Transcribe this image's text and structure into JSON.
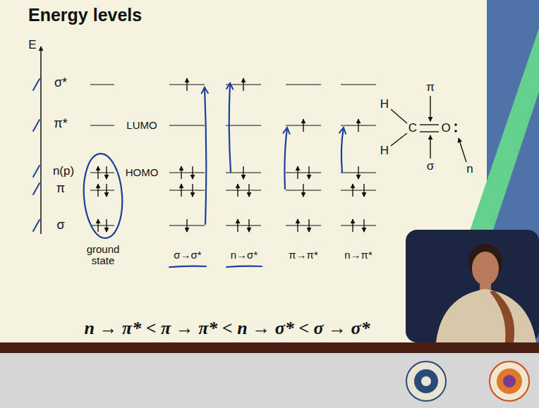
{
  "diagram": {
    "title": "Energy levels",
    "labels": [
      "E",
      "σ*",
      "π*",
      "n(p)",
      "π",
      "σ",
      "LUMO",
      "HOMO",
      "ground state",
      "σ→σ*",
      "n→σ*",
      "π→π*",
      "n→π*",
      "H",
      "H",
      "C",
      "O",
      "π",
      "σ",
      "n",
      "n → π* < π → π* < n → σ* < σ → σ*"
    ]
  }
}
